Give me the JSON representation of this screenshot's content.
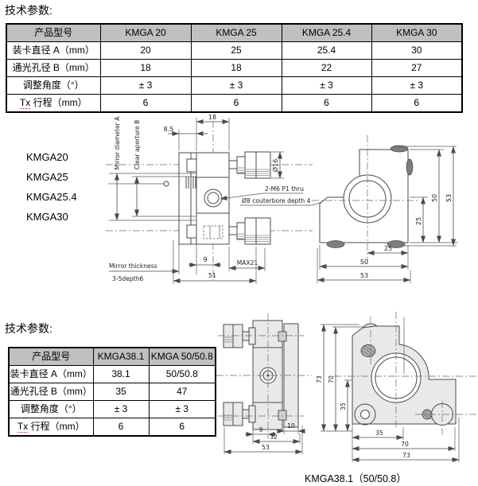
{
  "colors": {
    "header_bg": "#c0c0c0",
    "line_color": "#4a4a48",
    "fill_gray": "#e9e9e7"
  },
  "top_section": {
    "title": "技术参数:",
    "table": {
      "header": {
        "c0": "产品型号",
        "c1": "KMGA 20",
        "c2": "KMGA 25",
        "c3": "KMGA 25.4",
        "c4": "KMGA 30"
      },
      "rows": [
        {
          "label": "装卡直径 A（mm）",
          "v1": "20",
          "v2": "25",
          "v3": "25.4",
          "v4": "30"
        },
        {
          "label": "通光孔径 B（mm）",
          "v1": "18",
          "v2": "18",
          "v3": "22",
          "v4": "27"
        },
        {
          "label": "调整角度（°）",
          "v1": "± 3",
          "v2": "± 3",
          "v3": "± 3",
          "v4": "± 3"
        },
        {
          "label_tx": "Tx",
          "label_rest": " 行程（mm）",
          "v1": "6",
          "v2": "6",
          "v3": "6",
          "v4": "6"
        }
      ]
    },
    "model_list": {
      "m0": "KMGA20",
      "m1": "KMGA25",
      "m2": "KMGA25.4",
      "m3": "KMGA30"
    }
  },
  "drawing1": {
    "side": {
      "dim_18": "18",
      "dim_8_5": "8.5",
      "dim_dia16": "Ø16",
      "note_m6": "2-M6 P1 thru",
      "note_cbore": "Ø8 couterbore depth 4",
      "dim_9": "9",
      "dim_max21": "MAX21",
      "dim_51": "51",
      "mirror_dia": "Mirror diameter A",
      "clear_ap": "Clear aperture B",
      "thick1": "Mirror thickness",
      "thick2": "3-5depth6"
    },
    "front": {
      "v25": "25",
      "v50": "50",
      "v53": "53",
      "h25": "25",
      "h50": "50",
      "h53": "53"
    }
  },
  "bottom_section": {
    "title": "技术参数:",
    "table": {
      "header": {
        "c0": "产品型号",
        "c1": "KMGA38.1",
        "c2": "KMGA 50/50.8"
      },
      "rows": [
        {
          "label": "装卡直径 A（mm）",
          "v1": "38.1",
          "v2": "50/50.8"
        },
        {
          "label": "通光孔径 B（mm）",
          "v1": "35",
          "v2": "47"
        },
        {
          "label": "调整角度（°）",
          "v1": "± 3",
          "v2": "± 3"
        },
        {
          "label_tx": "Tx",
          "label_rest": " 行程（mm）",
          "v1": "6",
          "v2": "6"
        }
      ]
    }
  },
  "drawing2": {
    "side": {
      "dim_9": "9",
      "dim_32": "32",
      "dim_10": "10",
      "dim_53": "53"
    },
    "front": {
      "v73": "73",
      "v70": "70",
      "v35": "35",
      "h35": "35",
      "h70": "70",
      "h73": "73"
    },
    "caption": "KMGA38.1（50/50.8）"
  }
}
